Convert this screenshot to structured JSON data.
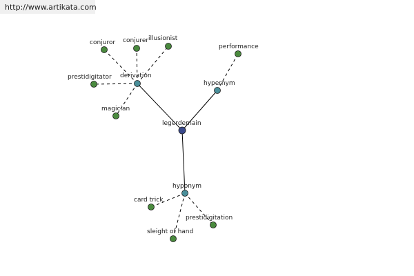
{
  "source": {
    "url_text": "http://www.artikata.com"
  },
  "colors": {
    "root": "#3b4a8c",
    "relation": "#4a8f9a",
    "leaf": "#4a8a3e"
  },
  "graph": {
    "root": "legerdemain",
    "relations": [
      "derivation",
      "hypernym",
      "hyponym"
    ],
    "nodes": [
      {
        "id": "legerdemain",
        "label": "legerdemain",
        "kind": "root"
      },
      {
        "id": "derivation",
        "label": "derivation",
        "kind": "relation"
      },
      {
        "id": "hypernym",
        "label": "hypernym",
        "kind": "relation"
      },
      {
        "id": "hyponym",
        "label": "hyponym",
        "kind": "relation"
      },
      {
        "id": "conjuror",
        "label": "conjuror",
        "kind": "leaf",
        "relation": "derivation"
      },
      {
        "id": "conjurer",
        "label": "conjurer",
        "kind": "leaf",
        "relation": "derivation"
      },
      {
        "id": "illusionist",
        "label": "illusionist",
        "kind": "leaf",
        "relation": "derivation"
      },
      {
        "id": "prestidigitator",
        "label": "prestidigitator",
        "kind": "leaf",
        "relation": "derivation"
      },
      {
        "id": "magician",
        "label": "magician",
        "kind": "leaf",
        "relation": "derivation"
      },
      {
        "id": "performance",
        "label": "performance",
        "kind": "leaf",
        "relation": "hypernym"
      },
      {
        "id": "card-trick",
        "label": "card trick",
        "kind": "leaf",
        "relation": "hyponym"
      },
      {
        "id": "prestidigitation",
        "label": "prestidigitation",
        "kind": "leaf",
        "relation": "hyponym"
      },
      {
        "id": "sleight-of-hand",
        "label": "sleight of hand",
        "kind": "leaf",
        "relation": "hyponym"
      }
    ],
    "edges": [
      {
        "from": "legerdemain",
        "to": "derivation",
        "style": "solid"
      },
      {
        "from": "legerdemain",
        "to": "hypernym",
        "style": "solid"
      },
      {
        "from": "legerdemain",
        "to": "hyponym",
        "style": "solid"
      },
      {
        "from": "derivation",
        "to": "conjuror",
        "style": "dashed"
      },
      {
        "from": "derivation",
        "to": "conjurer",
        "style": "dashed"
      },
      {
        "from": "derivation",
        "to": "illusionist",
        "style": "dashed"
      },
      {
        "from": "derivation",
        "to": "prestidigitator",
        "style": "dashed"
      },
      {
        "from": "derivation",
        "to": "magician",
        "style": "dashed"
      },
      {
        "from": "hypernym",
        "to": "performance",
        "style": "dashed"
      },
      {
        "from": "hyponym",
        "to": "card-trick",
        "style": "dashed"
      },
      {
        "from": "hyponym",
        "to": "prestidigitation",
        "style": "dashed"
      },
      {
        "from": "hyponym",
        "to": "sleight-of-hand",
        "style": "dashed"
      }
    ]
  }
}
